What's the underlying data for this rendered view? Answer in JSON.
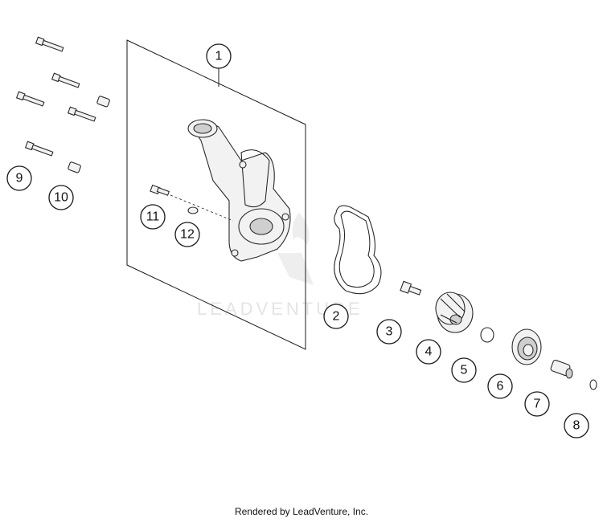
{
  "callouts": {
    "c1": "1",
    "c2": "2",
    "c3": "3",
    "c4": "4",
    "c5": "5",
    "c6": "6",
    "c7": "7",
    "c8": "8",
    "c9": "9",
    "c10": "10",
    "c11": "11",
    "c12": "12"
  },
  "watermark": "LEADVENTURE",
  "footer": "Rendered by LeadVenture, Inc."
}
